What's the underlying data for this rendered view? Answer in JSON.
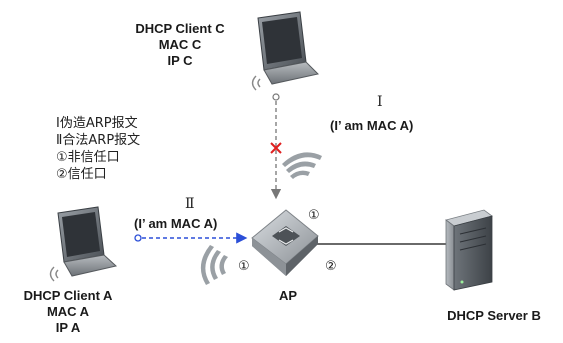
{
  "client_c": {
    "name": "DHCP Client C",
    "mac": "MAC C",
    "ip": "IP C"
  },
  "client_a": {
    "name": "DHCP Client A",
    "mac": "MAC A",
    "ip": "IP A"
  },
  "ap": {
    "label": "AP"
  },
  "server": {
    "label": "DHCP Server B"
  },
  "legend": {
    "forged": "Ⅰ伪造ARP报文",
    "legit": "Ⅱ合法ARP报文",
    "untrusted": "①非信任口",
    "trusted": "②信任口"
  },
  "path_forged": {
    "roman": "Ⅰ",
    "message": "(I’ am MAC A)",
    "status": "blocked"
  },
  "path_legit": {
    "roman": "Ⅱ",
    "message": "(I’ am MAC A)"
  },
  "ports": {
    "top": "①",
    "left": "①",
    "right": "②"
  },
  "colors": {
    "legit_arrow": "#2b4fd8",
    "blocked_mark": "#e02020",
    "forged_arrow": "#777777",
    "link": "#555555"
  }
}
